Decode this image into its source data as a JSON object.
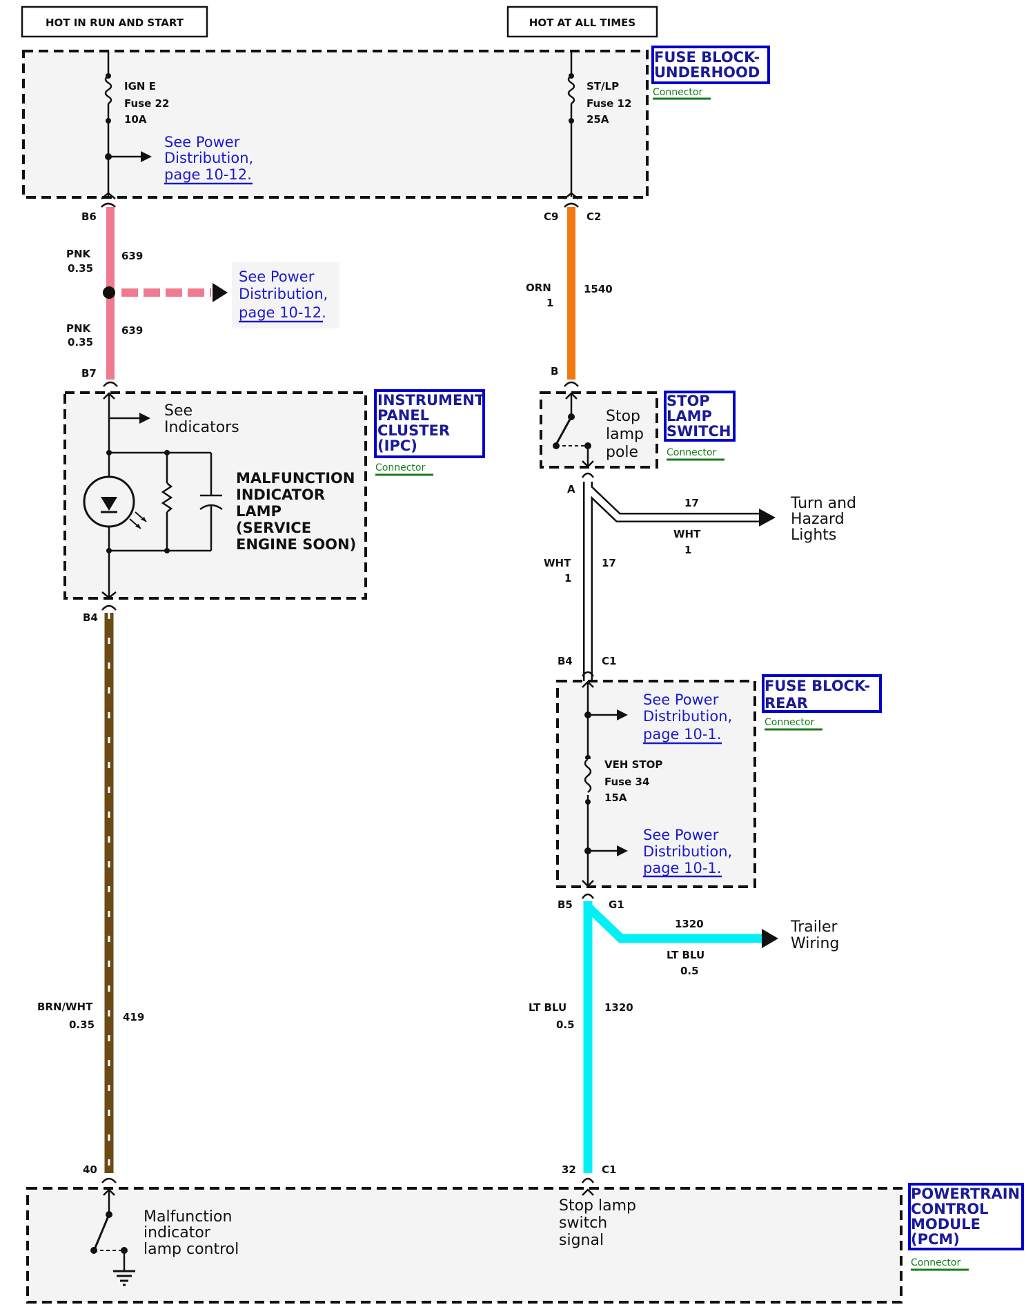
{
  "colors": {
    "pink_wire": "#f07a90",
    "orange_wire": "#f07a10",
    "brown_wire": "#6b4a16",
    "lt_blue_wire": "#00f0f5",
    "white_wire": "#ffffff",
    "link_blue": "#1a1acc",
    "title_box_blue": "#0000cc",
    "connector_green": "#1a7a1a",
    "box_fill": "#f4f4f4"
  },
  "headers": {
    "hot_run_start": "HOT IN RUN AND START",
    "hot_all_times": "HOT AT ALL TIMES"
  },
  "fuse_block_underhood": {
    "title_line1": "FUSE BLOCK-",
    "title_line2": "UNDERHOOD",
    "connector": "Connector",
    "fuse_left": {
      "name": "IGN E",
      "fuse": "Fuse 22",
      "amps": "10A"
    },
    "fuse_right": {
      "name": "ST/LP",
      "fuse": "Fuse 12",
      "amps": "25A"
    },
    "link": {
      "line1": "See Power",
      "line2": "Distribution,",
      "line3": "page 10-12."
    }
  },
  "pink_circuit": {
    "top_pin": "B6",
    "color": "PNK",
    "gauge": "0.35",
    "circuit": "639",
    "bottom_pin": "B7",
    "link": {
      "line1": "See Power",
      "line2": "Distribution,",
      "line3": "page 10-12."
    }
  },
  "orange_circuit": {
    "pin_left": "C9",
    "pin_right": "C2",
    "color": "ORN",
    "gauge": "1",
    "circuit": "1540",
    "bottom_pin": "B"
  },
  "ipc": {
    "title_line1": "INSTRUMENT",
    "title_line2": "PANEL",
    "title_line3": "CLUSTER",
    "title_line4": "(IPC)",
    "connector": "Connector",
    "see_line1": "See",
    "see_line2": "Indicators",
    "lamp_line1": "MALFUNCTION",
    "lamp_line2": "INDICATOR",
    "lamp_line3": "LAMP",
    "lamp_line4": "(SERVICE",
    "lamp_line5": "ENGINE SOON)"
  },
  "stop_lamp_switch": {
    "title_line1": "STOP",
    "title_line2": "LAMP",
    "title_line3": "SWITCH",
    "connector": "Connector",
    "pole_line1": "Stop",
    "pole_line2": "lamp",
    "pole_line3": "pole",
    "bottom_pin": "A"
  },
  "white_circuit": {
    "color": "WHT",
    "gauge": "1",
    "circuit": "17",
    "dest_line1": "Turn and",
    "dest_line2": "Hazard",
    "dest_line3": "Lights",
    "pin_left": "B4",
    "pin_right": "C1"
  },
  "fuse_block_rear": {
    "title_line1": "FUSE BLOCK-",
    "title_line2": "REAR",
    "connector": "Connector",
    "fuse": {
      "name": "VEH STOP",
      "fuse": "Fuse 34",
      "amps": "15A"
    },
    "link_top": {
      "line1": "See Power",
      "line2": "Distribution,",
      "line3": "page 10-1."
    },
    "link_bottom": {
      "line1": "See Power",
      "line2": "Distribution,",
      "line3": "page 10-1."
    },
    "pin_left": "B5",
    "pin_right": "G1"
  },
  "lt_blue_circuit": {
    "color": "LT BLU",
    "gauge": "0.5",
    "circuit": "1320",
    "dest_line1": "Trailer",
    "dest_line2": "Wiring",
    "pcm_pin": "32",
    "pcm_conn": "C1"
  },
  "brown_circuit": {
    "top_pin": "B4",
    "color": "BRN/WHT",
    "gauge": "0.35",
    "circuit": "419",
    "pcm_pin": "40"
  },
  "pcm": {
    "title_line1": "POWERTRAIN",
    "title_line2": "CONTROL",
    "title_line3": "MODULE",
    "title_line4": "(PCM)",
    "connector": "Connector",
    "mil_line1": "Malfunction",
    "mil_line2": "indicator",
    "mil_line3": "lamp control",
    "sig_line1": "Stop lamp",
    "sig_line2": "switch",
    "sig_line3": "signal"
  }
}
